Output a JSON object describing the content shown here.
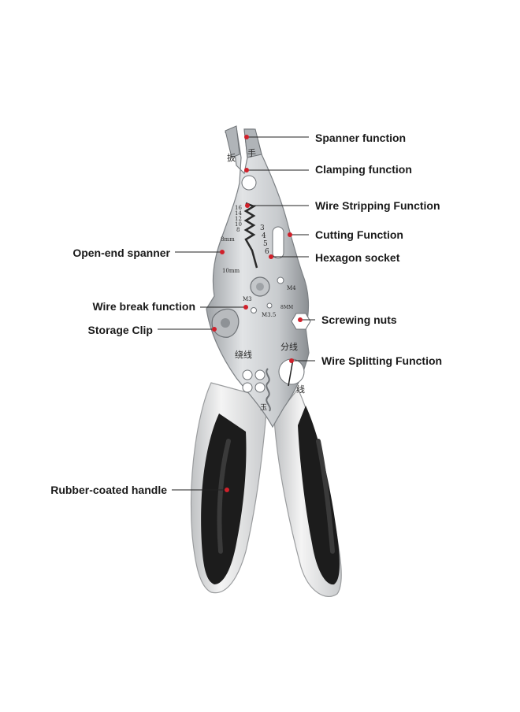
{
  "colors": {
    "marker": "#d0202a",
    "leader": "#222222",
    "steel": "#d4d6d8",
    "steel_dark": "#8e9296",
    "grip_black": "#1c1c1c",
    "grip_white": "#eeeeee"
  },
  "engravings": {
    "jaw_left": "扳",
    "jaw_right": "手",
    "strip_sizes": [
      "16",
      "14",
      "12",
      "10",
      "8"
    ],
    "socket_sizes": [
      "3",
      "4",
      "5",
      "6"
    ],
    "spanner_8": "8mm",
    "spanner_10": "10mm",
    "m4": "M4",
    "m3": "M3",
    "m35": "M3.5",
    "hex_8": "8MM",
    "twist": "绕线",
    "split_top": "分线",
    "split_bottom": "线",
    "brand": "玉"
  },
  "callouts": [
    {
      "label": "Spanner function",
      "side": "right"
    },
    {
      "label": "Clamping function",
      "side": "right"
    },
    {
      "label": "Wire Stripping Function",
      "side": "right"
    },
    {
      "label": "Cutting Function",
      "side": "right"
    },
    {
      "label": "Hexagon socket",
      "side": "right"
    },
    {
      "label": "Screwing nuts",
      "side": "right"
    },
    {
      "label": "Wire Splitting Function",
      "side": "right"
    },
    {
      "label": "Open-end spanner",
      "side": "left"
    },
    {
      "label": "Wire break function",
      "side": "left"
    },
    {
      "label": "Storage Clip",
      "side": "left"
    },
    {
      "label": "Rubber-coated handle",
      "side": "left"
    }
  ]
}
